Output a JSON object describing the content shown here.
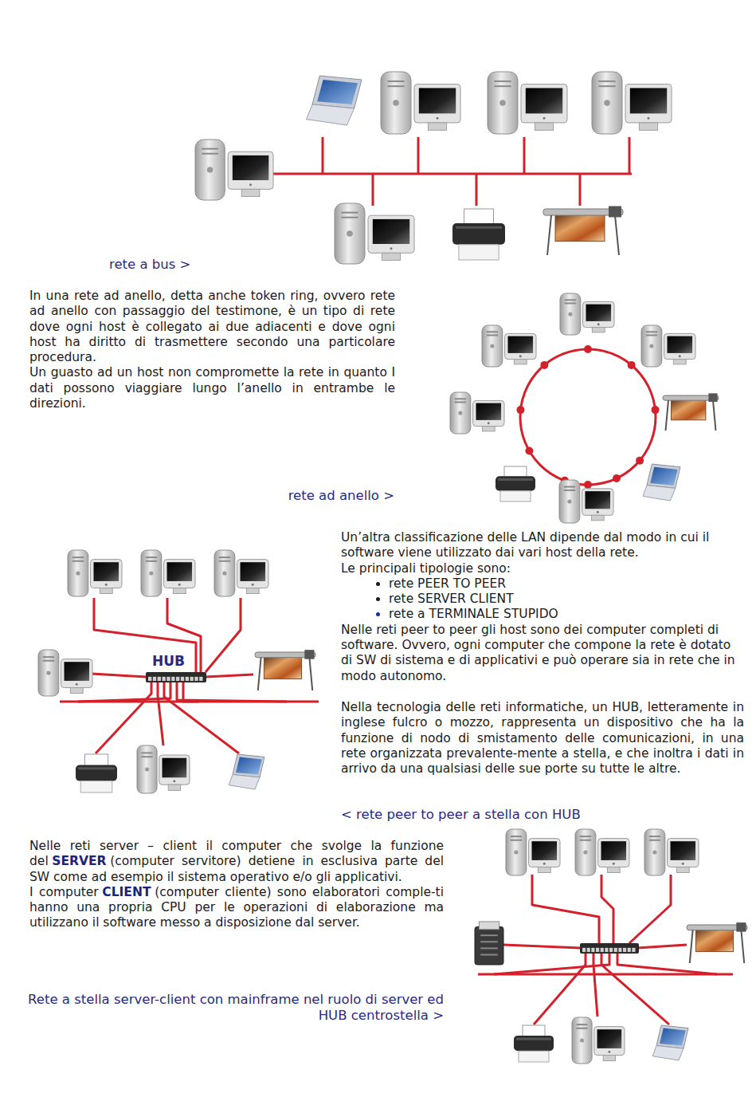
{
  "diagram": {
    "nodes": [
      {
        "text": [
          "HUB"
        ]
      }
    ],
    "labels": [
      "rete a bus >",
      "In una rete ad anello, detta anche token ring, ovvero rete ad anello con passaggio del testimone, è un tipo di rete dove ogni host è collegato ai due adiacenti e dove ogni host ha diritto di trasmettere secondo una particolare procedura.",
      "Un guasto ad un host non compromette la rete in quanto I dati possono viaggiare lungo l’anello in entrambe le direzioni.",
      "rete ad anello >",
      "Un’altra classificazione delle LAN dipende dal modo in cui il software viene utilizzato dai vari host della rete.",
      "Le principali tipologie sono:",
      "rete PEER TO PEER",
      "rete SERVER CLIENT",
      "rete a TERMINALE STUPIDO",
      "Nelle reti peer to peer gli host sono dei computer completi di software. Ovvero, ogni computer che compone la rete è dotato di SW di sistema e di applicativi e può operare sia in rete che in modo autonomo.",
      "Nella tecnologia delle reti informatiche, un HUB, letteramente in inglese fulcro o mozzo, rappresenta un dispositivo che ha la funzione di nodo di smistamento delle comunicazioni, in una rete organizzata prevalente-mente a stella, e che inoltra i dati in arrivo da una qualsiasi delle sue porte su tutte le altre.",
      "< rete peer to peer a stella con HUB",
      "Nelle reti server – client il computer che svolge la funzione del",
      "SERVER",
      "(computer servitore) detiene in esclusiva parte del SW come ad esempio il sistema operativo e/o gli applicativi.",
      "I computer",
      "CLIENT",
      "(computer cliente) sono elaboratori comple-ti hanno una propria CPU per le operazioni di elaborazione ma utilizzano il software messo a disposizione dal server.",
      "Rete a stella server-client con mainframe nel ruolo di server ed HUB centrostella >"
    ]
  }
}
